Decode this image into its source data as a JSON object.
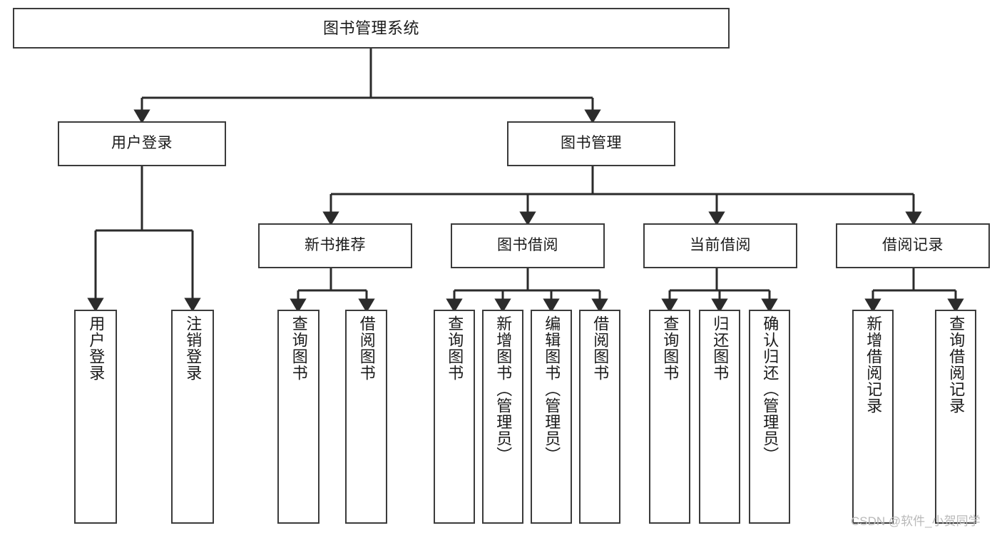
{
  "diagram": {
    "title": "图书管理系统",
    "type": "tree",
    "orientation": "top-down",
    "colors": {
      "node_border": "#3b3b3b",
      "node_fill": "#ffffff",
      "edge": "#2b2b2b",
      "text": "#1a1a1a",
      "watermark": "#b9b9b9",
      "background": "#ffffff"
    },
    "nodes": {
      "root": {
        "id": "root",
        "label": "图书管理系统",
        "level": 0
      },
      "level1": [
        {
          "id": "user-login",
          "label": "用户登录",
          "level": 1
        },
        {
          "id": "book-management",
          "label": "图书管理",
          "level": 1
        }
      ],
      "level2": [
        {
          "id": "new-book-recommend",
          "label": "新书推荐",
          "level": 2,
          "parent": "book-management"
        },
        {
          "id": "book-borrow",
          "label": "图书借阅",
          "level": 2,
          "parent": "book-management"
        },
        {
          "id": "current-borrow",
          "label": "当前借阅",
          "level": 2,
          "parent": "book-management"
        },
        {
          "id": "borrow-record",
          "label": "借阅记录",
          "level": 2,
          "parent": "book-management"
        }
      ],
      "leaves": [
        {
          "id": "leaf-user-login",
          "label": "用户登录",
          "parent": "user-login"
        },
        {
          "id": "leaf-logout-login",
          "label": "注销登录",
          "parent": "user-login"
        },
        {
          "id": "leaf-query-book-1",
          "label": "查询图书",
          "parent": "new-book-recommend"
        },
        {
          "id": "leaf-borrow-book-1",
          "label": "借阅图书",
          "parent": "new-book-recommend"
        },
        {
          "id": "leaf-query-book-2",
          "label": "查询图书",
          "parent": "book-borrow"
        },
        {
          "id": "leaf-add-book",
          "label": "新增图书（管理员）",
          "parent": "book-borrow"
        },
        {
          "id": "leaf-edit-book",
          "label": "编辑图书（管理员）",
          "parent": "book-borrow"
        },
        {
          "id": "leaf-borrow-book-2",
          "label": "借阅图书",
          "parent": "book-borrow"
        },
        {
          "id": "leaf-query-book-3",
          "label": "查询图书",
          "parent": "current-borrow"
        },
        {
          "id": "leaf-return-book",
          "label": "归还图书",
          "parent": "current-borrow"
        },
        {
          "id": "leaf-confirm-return",
          "label": "确认归还（管理员）",
          "parent": "current-borrow"
        },
        {
          "id": "leaf-add-record",
          "label": "新增借阅记录",
          "parent": "borrow-record"
        },
        {
          "id": "leaf-query-record",
          "label": "查询借阅记录",
          "parent": "borrow-record"
        }
      ]
    },
    "watermark": "CSDN @软件_小贺同学"
  }
}
